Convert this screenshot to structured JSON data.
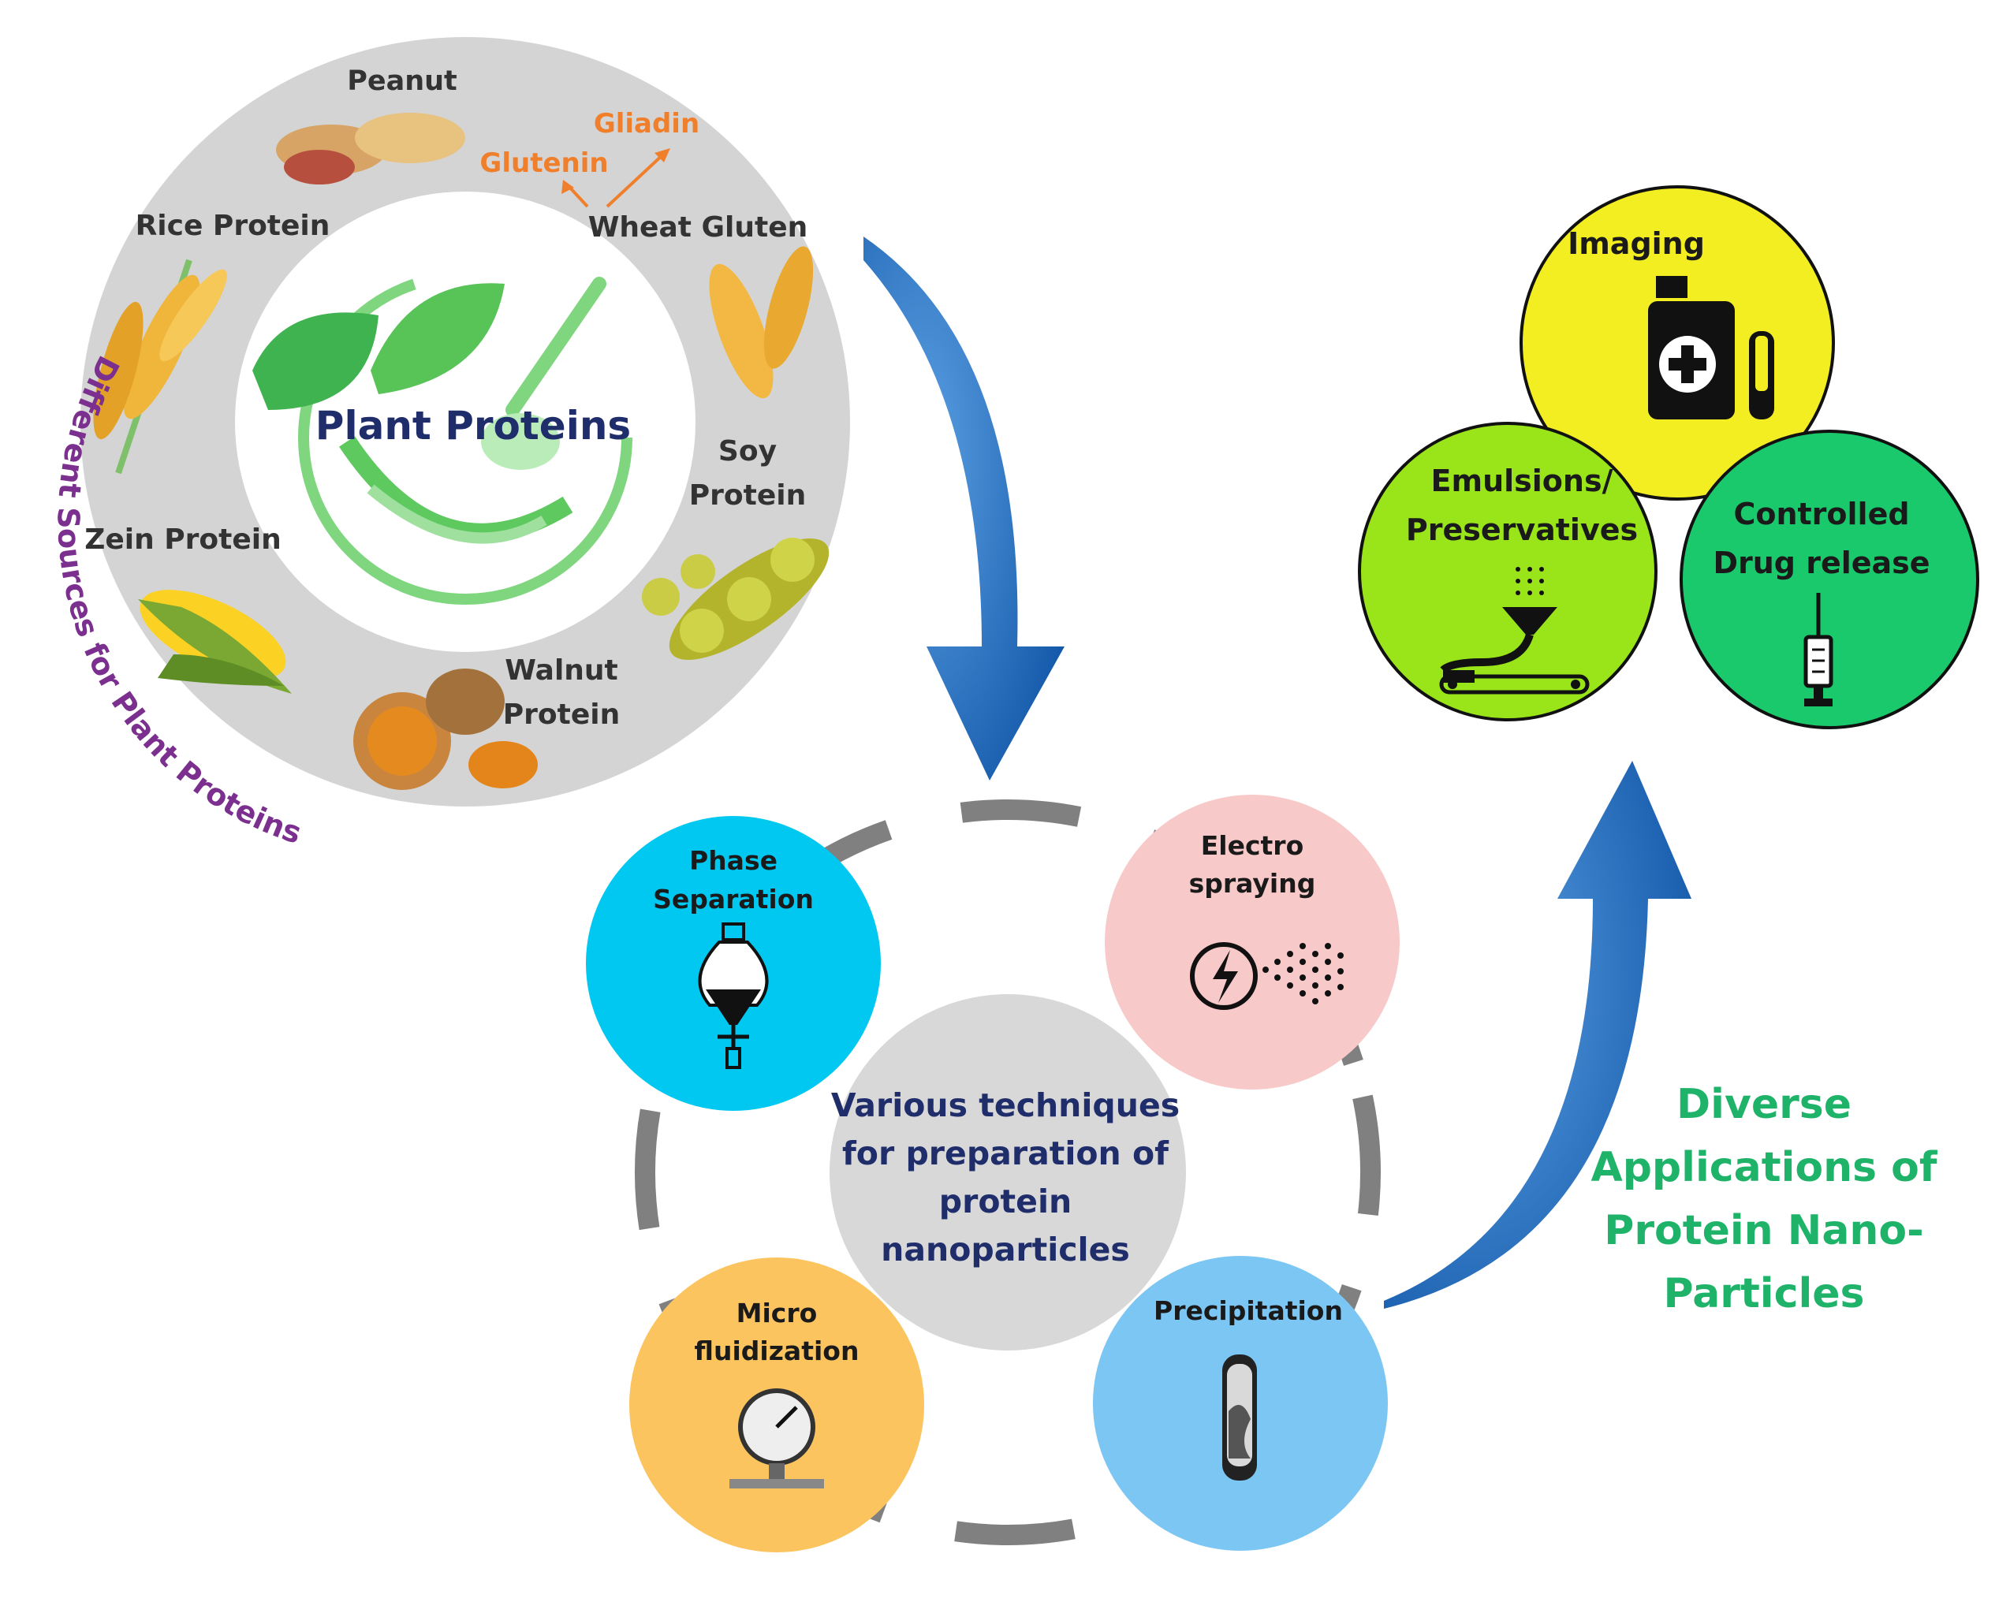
{
  "sources": {
    "center_title": "Plant Proteins",
    "arc_caption": "Different Sources for Plant Proteins",
    "items": {
      "peanut": "Peanut",
      "rice": "Rice Protein",
      "wheat": "Wheat Gluten",
      "glutenin": "Glutenin",
      "gliadin": "Gliadin",
      "soy_line1": "Soy",
      "soy_line2": "Protein",
      "zein": "Zein Protein",
      "walnut_line1": "Walnut",
      "walnut_line2": "Protein"
    }
  },
  "techniques": {
    "center_line1": "Various techniques",
    "center_line2": "for preparation of",
    "center_line3": "protein",
    "center_line4": "nanoparticles",
    "phase_line1": "Phase",
    "phase_line2": "Separation",
    "electro_line1": "Electro",
    "electro_line2": "spraying",
    "micro_line1": "Micro",
    "micro_line2": "fluidization",
    "precipitation": "Precipitation"
  },
  "applications": {
    "imaging": "Imaging",
    "emulsions_line1": "Emulsions/",
    "emulsions_line2": "Preservatives",
    "drug_line1": "Controlled",
    "drug_line2": "Drug release",
    "caption_line1": "Diverse",
    "caption_line2": "Applications of",
    "caption_line3": "Protein Nano-",
    "caption_line4": "Particles"
  },
  "colors": {
    "ring_gray": "#d4d4d4",
    "plant_title": "#1f2d6b",
    "arc_caption": "#7b2f8e",
    "orange_text": "#f07f2c",
    "phase": "#00c8f0",
    "electro": "#f8c9c9",
    "micro": "#fbc45f",
    "precipitation": "#7cc6f4",
    "technique_center": "#d8d8d8",
    "technique_text": "#1f2d6b",
    "imaging": "#f2ee22",
    "emulsions": "#9ae41a",
    "drug": "#19c96b",
    "applications_caption": "#1fb36a",
    "arrow_blue": "#1766b8"
  }
}
